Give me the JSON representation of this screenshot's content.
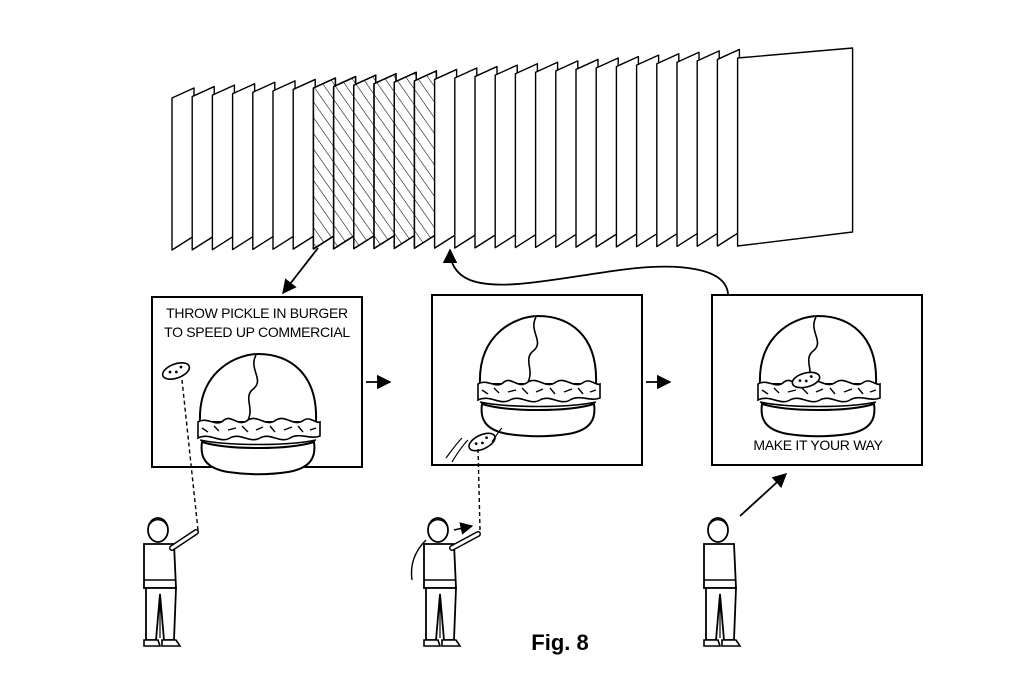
{
  "figure": {
    "label": "Fig. 8"
  },
  "frame_stack": {
    "frame_count": 29,
    "hatched_frames": [
      7,
      8,
      9,
      10,
      11,
      12
    ]
  },
  "panels": [
    {
      "caption_lines": [
        "THROW PICKLE IN BURGER",
        "TO SPEED UP COMMERCIAL"
      ]
    },
    {
      "caption_lines": []
    },
    {
      "caption_lines": [
        "MAKE IT YOUR WAY"
      ]
    }
  ],
  "colors": {
    "ink": "#000000",
    "paper": "#ffffff"
  }
}
